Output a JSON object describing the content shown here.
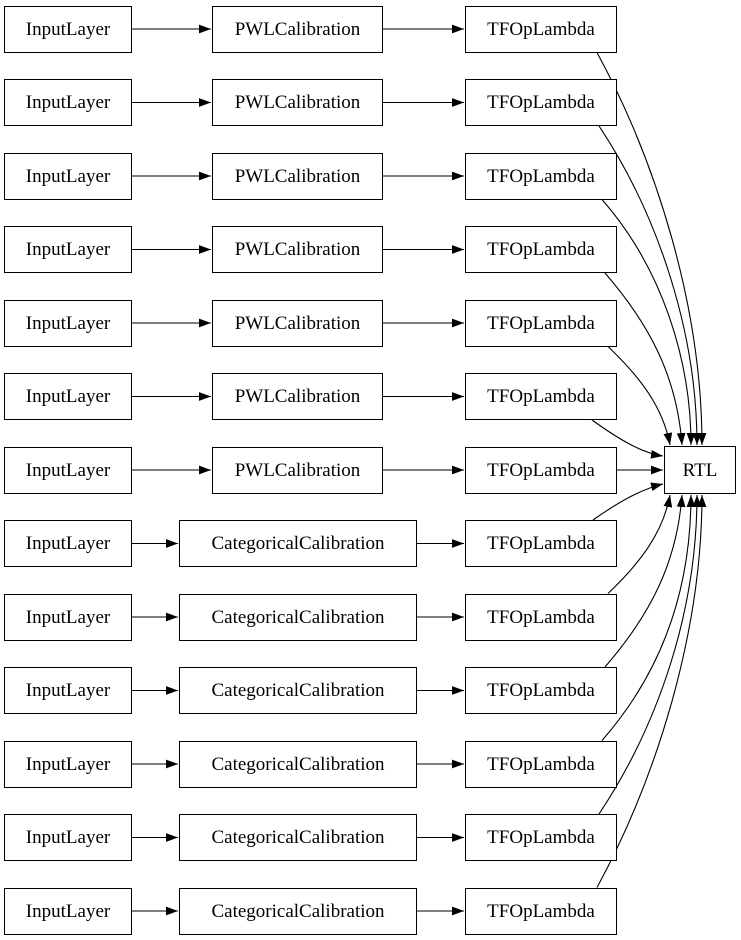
{
  "diagram": {
    "kind": "model-architecture-graph",
    "background_color": "#ffffff",
    "node_fill_color": "#ffffff",
    "node_border_color": "#000000",
    "edge_color": "#000000",
    "text_color": "#000000",
    "rows": [
      {
        "input": "InputLayer",
        "calibration": "PWLCalibration",
        "lambda": "TFOpLambda"
      },
      {
        "input": "InputLayer",
        "calibration": "PWLCalibration",
        "lambda": "TFOpLambda"
      },
      {
        "input": "InputLayer",
        "calibration": "PWLCalibration",
        "lambda": "TFOpLambda"
      },
      {
        "input": "InputLayer",
        "calibration": "PWLCalibration",
        "lambda": "TFOpLambda"
      },
      {
        "input": "InputLayer",
        "calibration": "PWLCalibration",
        "lambda": "TFOpLambda"
      },
      {
        "input": "InputLayer",
        "calibration": "PWLCalibration",
        "lambda": "TFOpLambda"
      },
      {
        "input": "InputLayer",
        "calibration": "PWLCalibration",
        "lambda": "TFOpLambda"
      },
      {
        "input": "InputLayer",
        "calibration": "CategoricalCalibration",
        "lambda": "TFOpLambda"
      },
      {
        "input": "InputLayer",
        "calibration": "CategoricalCalibration",
        "lambda": "TFOpLambda"
      },
      {
        "input": "InputLayer",
        "calibration": "CategoricalCalibration",
        "lambda": "TFOpLambda"
      },
      {
        "input": "InputLayer",
        "calibration": "CategoricalCalibration",
        "lambda": "TFOpLambda"
      },
      {
        "input": "InputLayer",
        "calibration": "CategoricalCalibration",
        "lambda": "TFOpLambda"
      },
      {
        "input": "InputLayer",
        "calibration": "CategoricalCalibration",
        "lambda": "TFOpLambda"
      }
    ],
    "output_node": {
      "label": "RTL"
    },
    "edges_summary": "Each row: InputLayer → Calibration → TFOpLambda; every TFOpLambda → RTL"
  }
}
